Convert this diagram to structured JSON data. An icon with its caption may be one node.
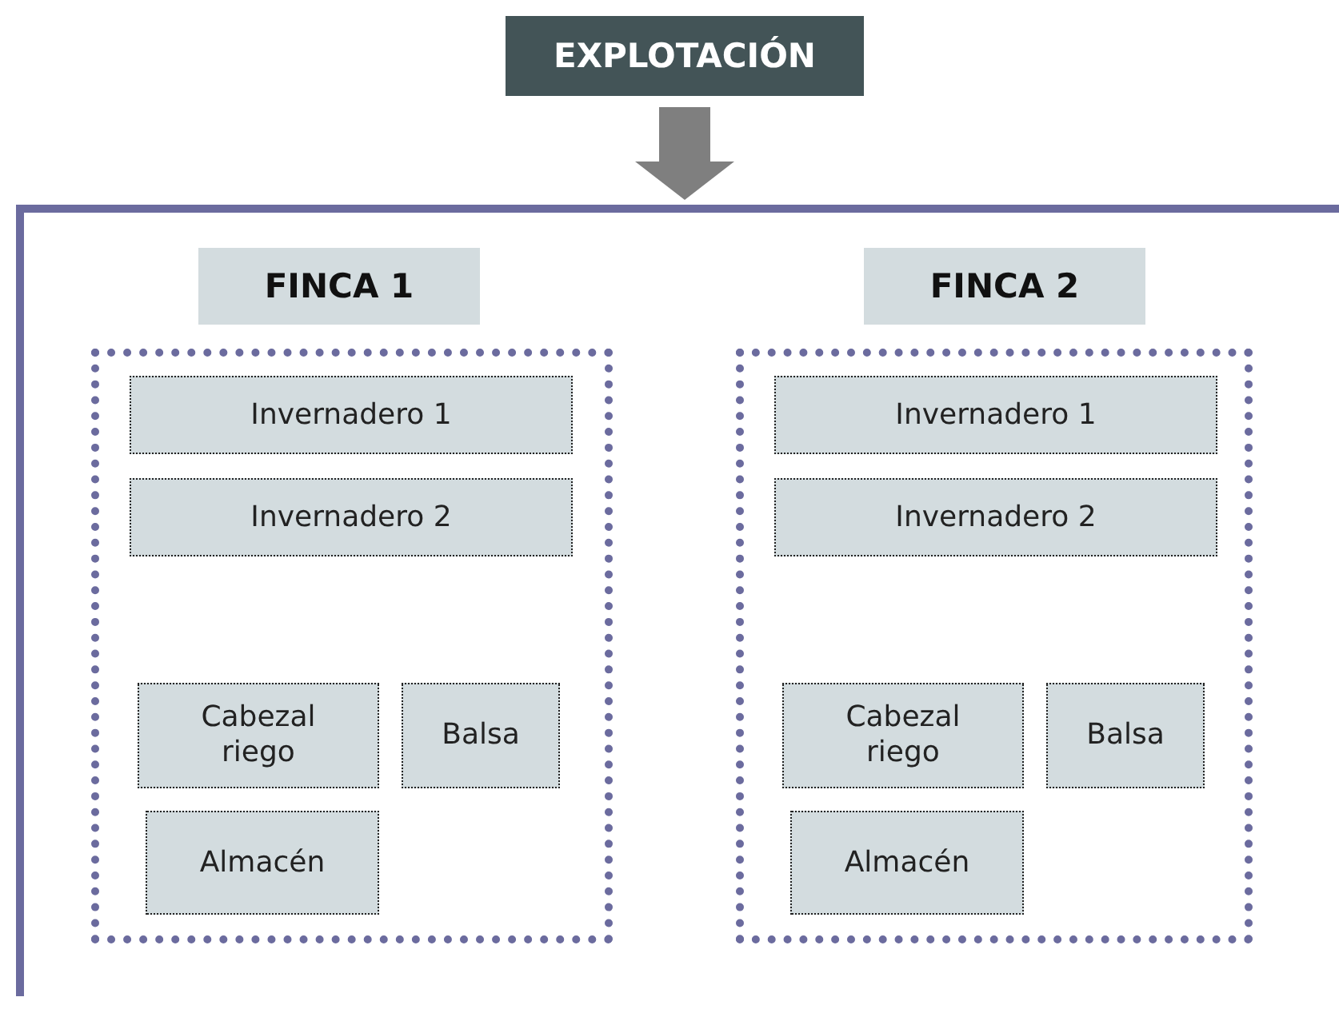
{
  "diagram": {
    "nodes": [
      {
        "text": [
          "EXPLOTACIÓN"
        ]
      },
      {
        "text": [],
        "shape": "box"
      },
      {
        "text": [
          "FINCA 1"
        ],
        "in": 1
      },
      {
        "text": [
          "FINCA 2"
        ],
        "in": 1
      },
      {
        "text": [],
        "shape": "box",
        "in": 1
      },
      {
        "text": [
          "Invernadero 1"
        ],
        "in": 4
      },
      {
        "text": [
          "Invernadero 2"
        ],
        "in": 4
      },
      {
        "text": [
          "Cabezal riego"
        ],
        "in": 4
      },
      {
        "text": [
          "Balsa"
        ],
        "in": 4
      },
      {
        "text": [
          "Almacén"
        ],
        "in": 4
      },
      {
        "text": [],
        "shape": "box",
        "in": 1
      },
      {
        "text": [
          "Invernadero 1"
        ],
        "in": 10
      },
      {
        "text": [
          "Invernadero 2"
        ],
        "in": 10
      },
      {
        "text": [
          "Cabezal riego"
        ],
        "in": 10
      },
      {
        "text": [
          "Balsa"
        ],
        "in": 10
      },
      {
        "text": [
          "Almacén"
        ],
        "in": 10
      }
    ],
    "edges": [
      {
        "from": 0,
        "to": 1,
        "arrow": "to"
      }
    ]
  }
}
